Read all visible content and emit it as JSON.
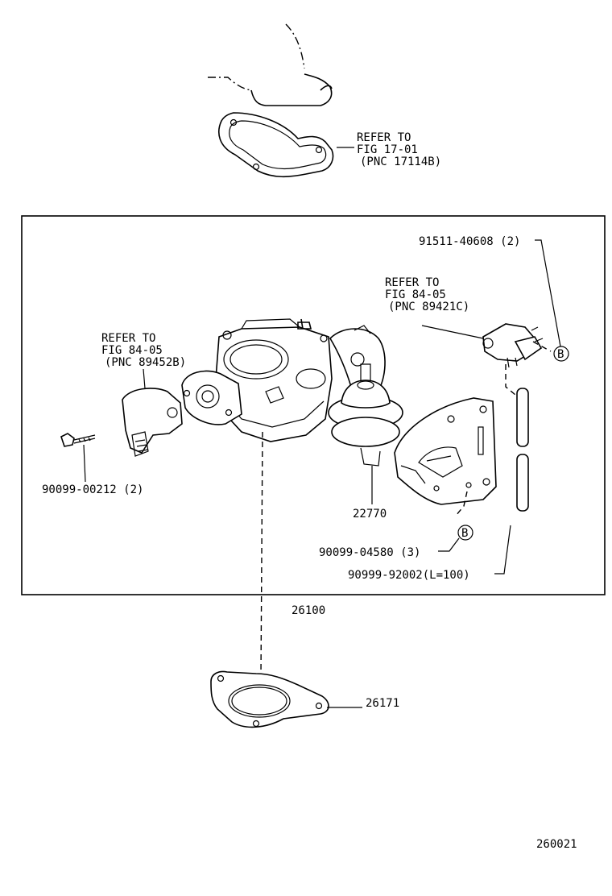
{
  "labels": {
    "top_ref": [
      "REFER TO",
      "FIG 17-01",
      "(PNC 17114B)"
    ],
    "right_ref": [
      "REFER TO",
      "FIG 84-05",
      "(PNC 89421C)"
    ],
    "left_ref": [
      "REFER TO",
      "FIG 84-05",
      "(PNC 89452B)"
    ],
    "p_91511": "91511-40608 (2)",
    "p_90099_212": "90099-00212 (2)",
    "p_22770": "22770",
    "p_90099_4580": "90099-04580 (3)",
    "p_90999": "90999-92002(L=100)",
    "p_26100": "26100",
    "p_26171": "26171",
    "fig_id": "260021",
    "marker_b": "B"
  }
}
